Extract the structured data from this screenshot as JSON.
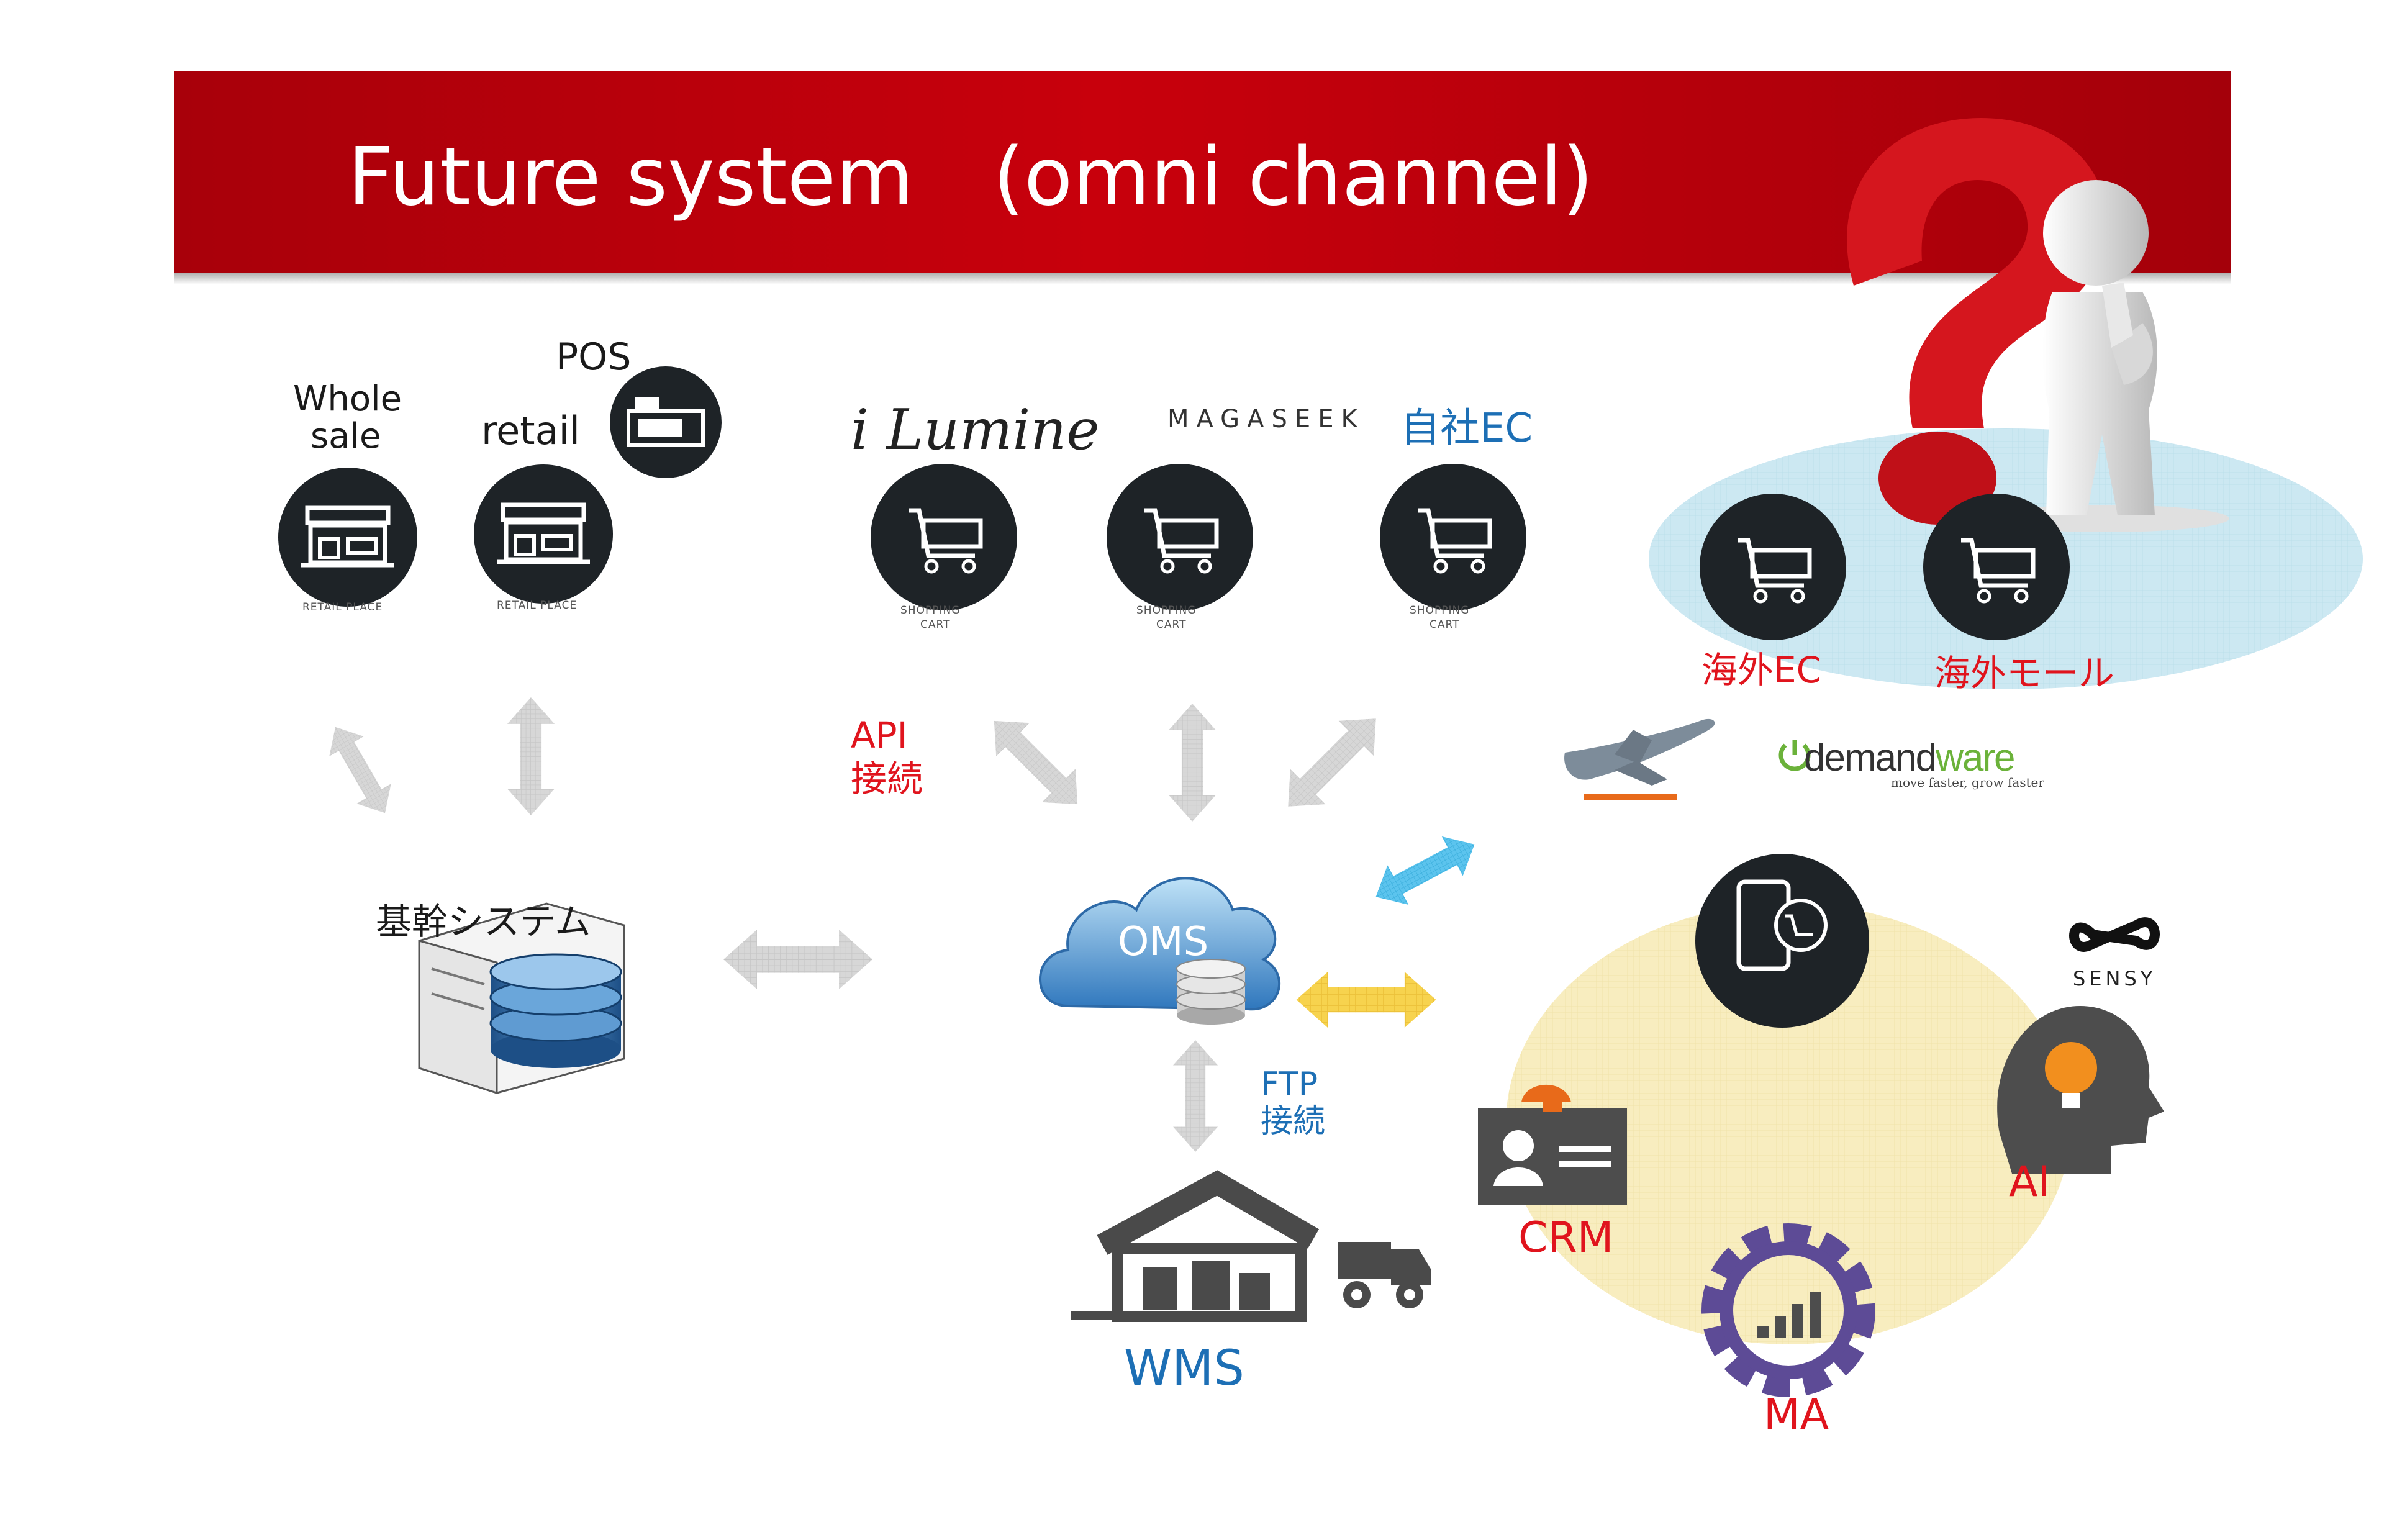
{
  "title": "Future system　(omni channel)",
  "offline": {
    "wholesale_label_1": "Whole",
    "wholesale_label_2": "sale",
    "retail_label": "retail",
    "pos_label": "POS",
    "retail_place_caption": "RETAIL PLACE"
  },
  "ec": {
    "ilumine_logo": "i Lumine",
    "magaseek_logo": "MAGASEEK",
    "jisha_ec_label": "自社EC",
    "shopping_cart_caption_1": "SHOPPING",
    "shopping_cart_caption_2": "CART"
  },
  "overseas": {
    "overseas_ec_label": "海外EC",
    "overseas_mall_label": "海外モール",
    "demandware_logo_1": "demand",
    "demandware_logo_2": "ware",
    "demandware_tagline": "move faster, grow faster"
  },
  "connections": {
    "api_label_1": "API",
    "api_label_2": "接続",
    "ftp_label_1": "FTP",
    "ftp_label_2": "接続"
  },
  "core": {
    "kikan_label": "基幹システム",
    "oms_label": "OMS",
    "wms_label": "WMS"
  },
  "marketing": {
    "crm_label": "CRM",
    "ai_label": "AI",
    "ma_label": "MA",
    "sensy_logo": "SENSY"
  },
  "colors": {
    "banner": "#c8000c",
    "red_text": "#e0141d",
    "blue_text": "#1d6fb5",
    "icon_dark": "#1e2327",
    "arrow_gray": "#d4d4d4",
    "arrow_blue": "#5bc3ec",
    "arrow_yellow": "#f6d24c",
    "overseas_bg": "#bfe3f0",
    "marketing_bg": "#f7eab7"
  },
  "icons": [
    "store-icon",
    "cash-register-icon",
    "shopping-cart-icon",
    "airplane-icon",
    "cloud-icon",
    "database-icon",
    "server-icon",
    "warehouse-icon",
    "truck-icon",
    "mobile-cart-icon",
    "id-card-icon",
    "head-bulb-icon",
    "gear-chart-icon",
    "question-mark-icon",
    "thinking-figure-icon"
  ]
}
